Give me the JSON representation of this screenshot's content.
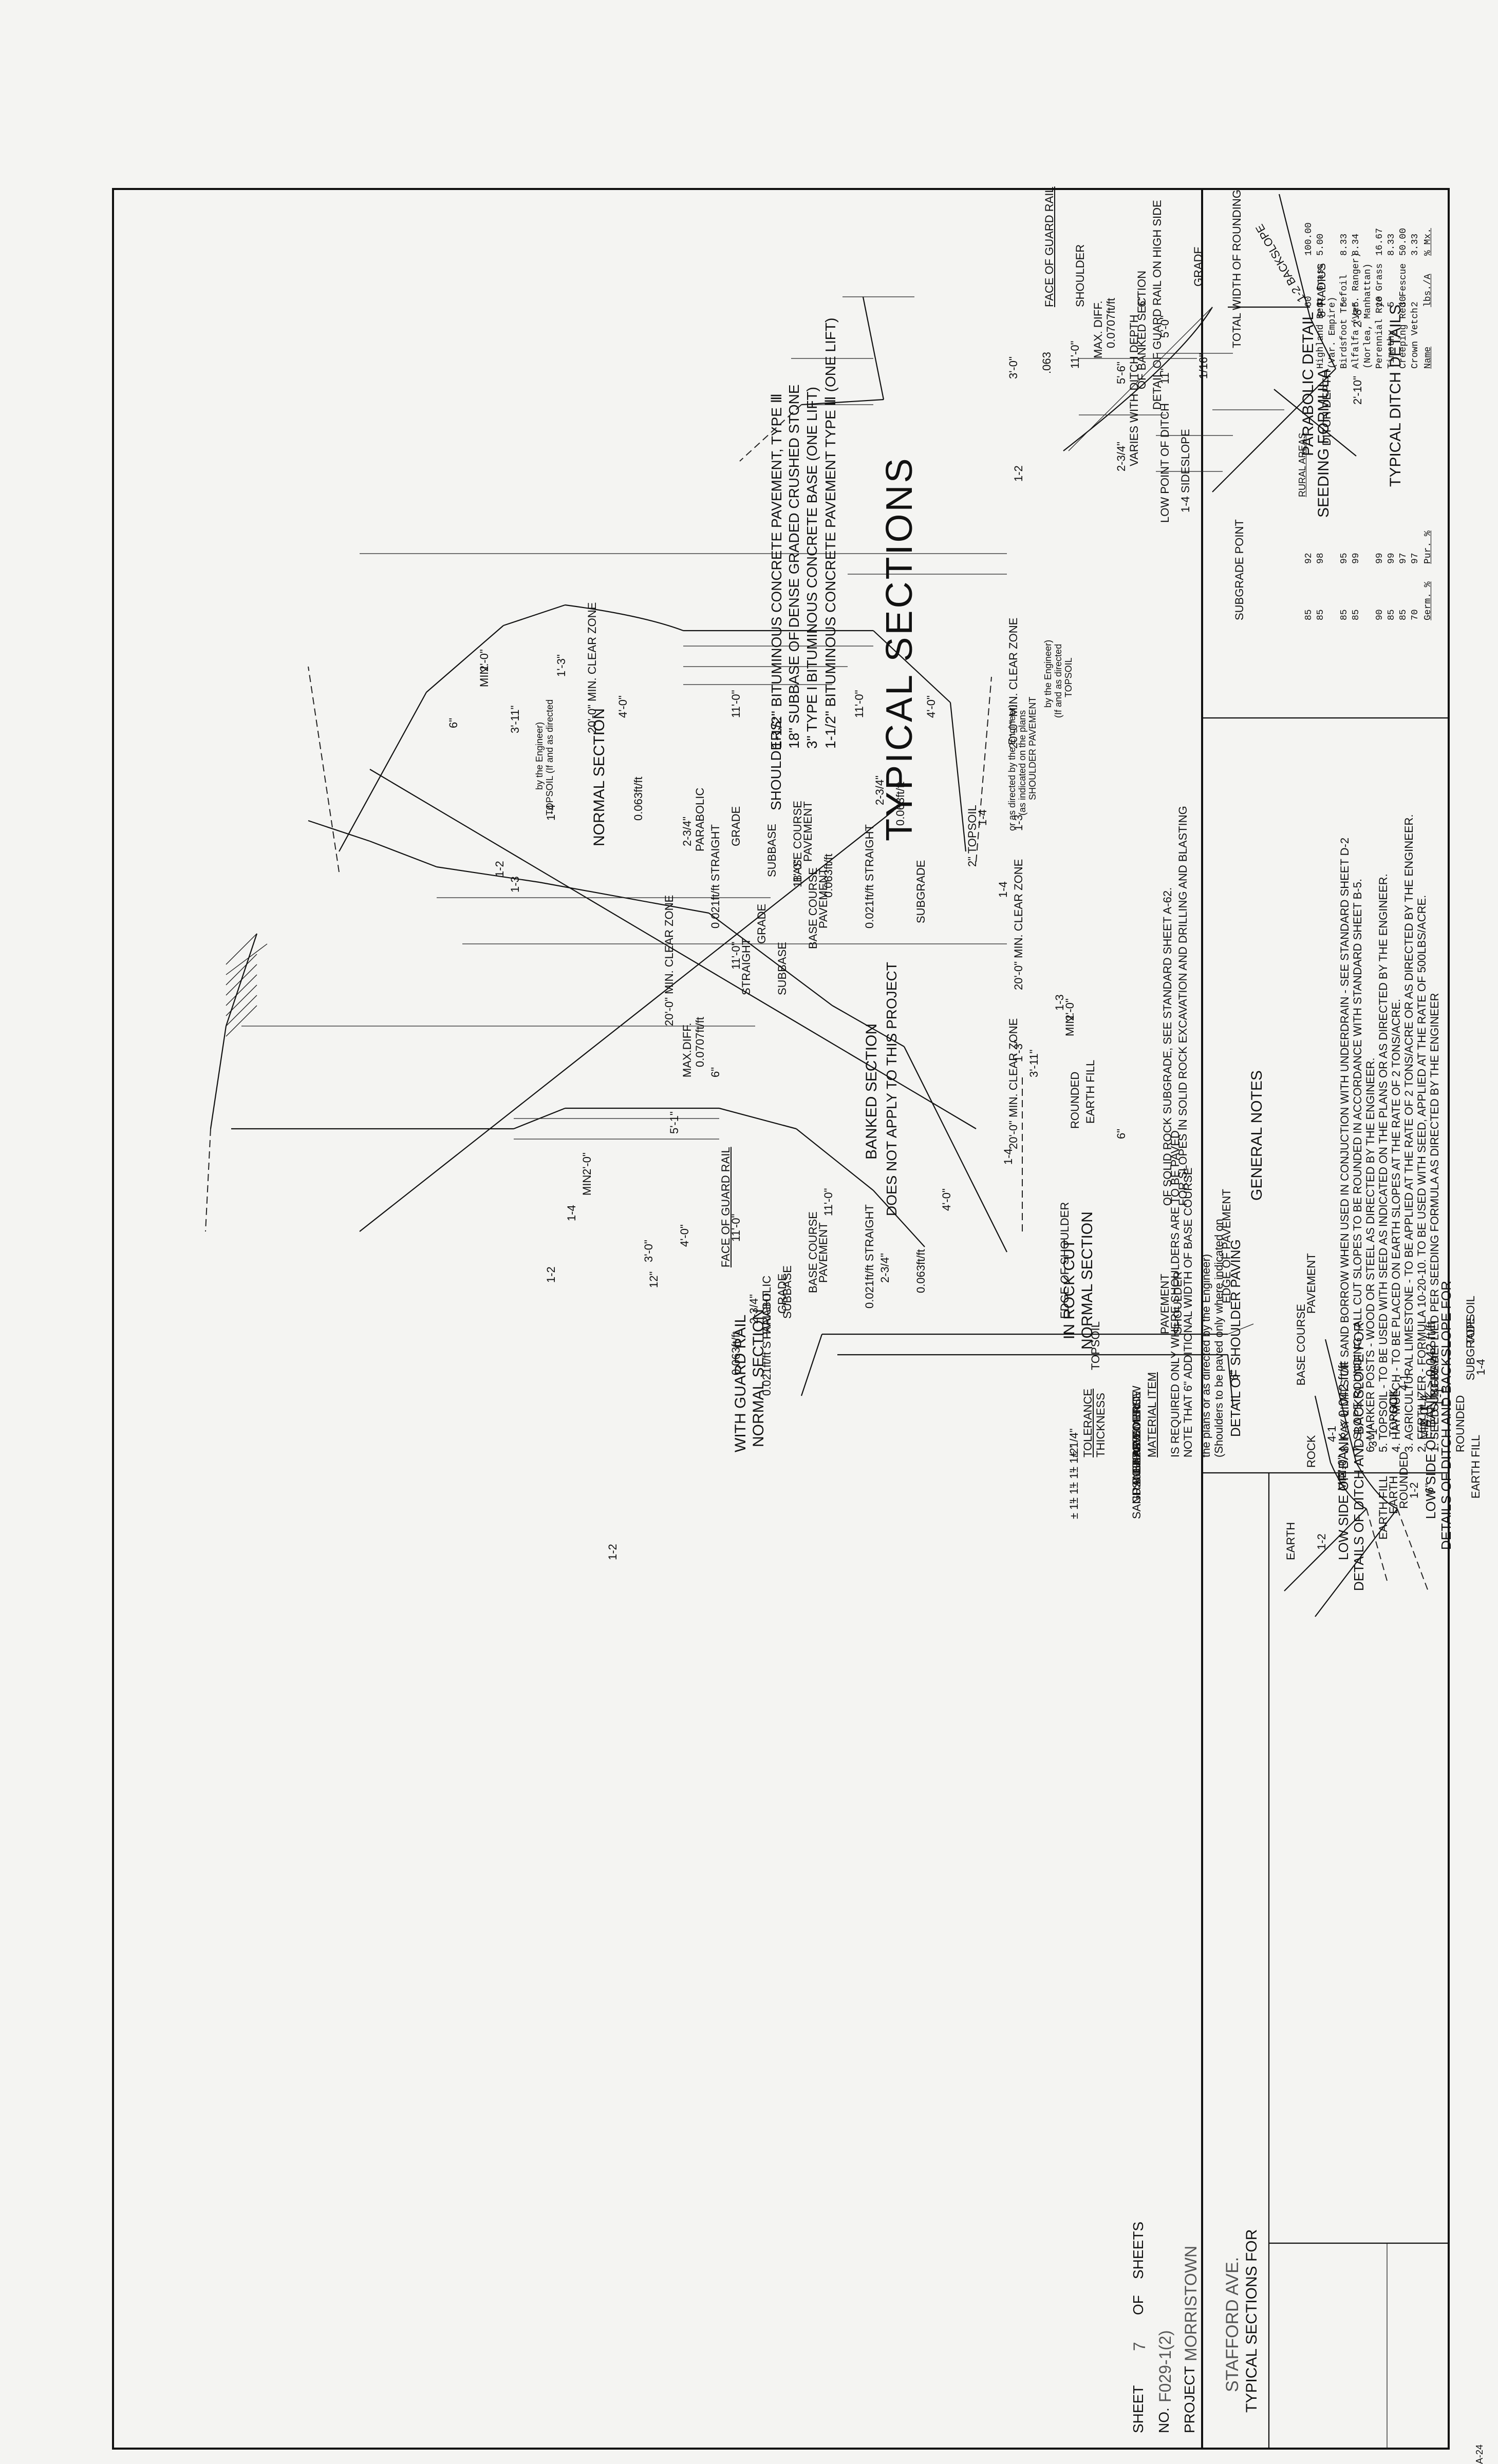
{
  "title": "TYPICAL SECTIONS",
  "pavement_specs": {
    "line1": "1-1/2\" BITUMINOUS CONCRETE PAVEMENT TYPE Ⅲ (ONE LIFT)",
    "line2": "3\" TYPE I BITUMINOUS CONCRETE BASE (ONE LIFT)",
    "line3": "18\" SUBBASE OF DENSE GRADED CRUSHED STONE",
    "line4_label": "SHOULDERS:",
    "line4": "1-1/2\" BITUMINOUS CONCRETE PAVEMENT, TYPE Ⅲ"
  },
  "ditch_details": {
    "title": "TYPICAL DITCH DETAILS",
    "backslope": "1-2 BACKSLOPE",
    "total_width": "TOTAL WIDTH OF ROUNDING",
    "varies": "VARIES WITH DITCH DEPTH",
    "radius": "8' RADIUS",
    "dim_5_0": "5'-0\"",
    "dim_11": "11\"",
    "dim_2_8": "2'-8\"",
    "dim_2_10": "2'-10\"",
    "ditch_depth": "DITCH DEPTH",
    "low_point": "LOW POINT OF DITCH",
    "sideslope": "1-4 SIDESLOPE",
    "subgrade_point": "SUBGRADE POINT"
  },
  "parabolic_detail": {
    "title": "PARABOLIC DETAIL",
    "grade": "GRADE",
    "dim_11_0": "11'-0\"",
    "dim_5_6": "5'-6\"",
    "dim_1_16": "1/16\"",
    "dim_2_3_4": "2-3/4\""
  },
  "guard_rail_detail": {
    "title1": "DETAIL OF GUARD RAIL ON HIGH SIDE",
    "title2": "OF BANKED SECTION",
    "face": "FACE OF GUARD RAIL",
    "shoulder": "SHOULDER",
    "dim_3_0": "3'-0\"",
    "dim_6": "6\"",
    "slope": "0.0707ft/ft",
    "maxdiff": "MAX. DIFF.",
    "val_063": ".063",
    "slope_1_2": "1-2"
  },
  "normal_section": {
    "title": "NORMAL SECTION",
    "clear_zone": "20'-0\" MIN. CLEAR ZONE",
    "dim_4_0": "4'-0\"",
    "dim_11_0": "11'-0\"",
    "shoulder_note1": "SHOULDER PAVEMENT",
    "shoulder_note2": "(as indicated on the plans",
    "shoulder_note3": "or as directed by the Engineer)",
    "topsoil_2": "2\" TOPSOIL",
    "subgrade": "SUBGRADE",
    "pavement": "PAVEMENT",
    "base_course": "BASE COURSE",
    "subbase": "SUBBASE",
    "grade": "GRADE",
    "parabolic": "PARABOLIC",
    "p234": "2-3/4\"",
    "straight": "0.021ft/ft STRAIGHT",
    "s063": "0.063ft/ft",
    "s234": "2-3/4\"",
    "dim_1_3": "1'-3\"",
    "dim_3_11": "3'-11\"",
    "dim_2_0": "2'-0\"",
    "min": "MIN.",
    "slope_1_4": "1-4",
    "slope_1_3": "1-3",
    "slope_1_2": "1-2",
    "dim_6": "6\"",
    "topsoil_l1": "TOPSOIL",
    "topsoil_l2": "(If and as directed",
    "topsoil_l3": "by the Engineer)",
    "topsoil_r1": "TOPSOIL (If and as directed",
    "topsoil_r2": "by the Engineer)"
  },
  "banked_section": {
    "title": "BANKED SECTION",
    "note": "DOES NOT APPLY TO THIS PROJECT",
    "clear_zone": "20'-0\" MIN. CLEAR ZONE",
    "dim_11_0": "11'-0\"",
    "pavement": "PAVEMENT",
    "base_course": "BASE COURSE",
    "subbase": "SUBBASE",
    "grade": "GRADE",
    "straight": "STRAIGHT",
    "s063": "0.063ft/ft",
    "s0707": "0.0707ft/ft",
    "maxdiff": "MAX.DIFF.",
    "dim_6": "6\"",
    "dim_5_1": "5'-1\"",
    "dim_12": "12\"",
    "dim_2_0": "2'-0\"",
    "min": "MIN.",
    "slope_1_4": "1-4",
    "slope_1_3": "1-3",
    "slope_1_2": "1-2"
  },
  "rock_cut": {
    "title1": "NORMAL SECTION",
    "title2": "IN ROCK CUT",
    "clear_zone": "20'-0\" MIN. CLEAR ZONE",
    "dim_4_0": "4'-0\"",
    "dim_11_0": "11'-0\"",
    "earth_fill": "EARTH FILL",
    "rounded": "ROUNDED",
    "s063": "0.063ft/ft",
    "s234": "2-3/4\"",
    "straight": "0.021ft/ft STRAIGHT",
    "pavement": "PAVEMENT",
    "base_course": "BASE COURSE",
    "subbase": "SUBBASE",
    "dim_3_11": "3'-11\"",
    "dim_1_3": "1'-3\"",
    "dim_2_0": "2'-0\"",
    "min": "MIN.",
    "slope_1_4": "1-4",
    "dim_6": "6\"",
    "note1": "FOR SLOPES IN SOLID ROCK EXCAVATION AND DRILLING AND BLASTING",
    "note2": "OF SOLID ROCK SUBGRADE, SEE STANDARD SHEET A-62."
  },
  "guard_rail_section": {
    "title1": "NORMAL SECTION",
    "title2": "WITH GUARD RAIL",
    "dim_11_0": "11'-0\"",
    "face": "FACE OF GUARD RAIL",
    "dim_4_0": "4'-0\"",
    "dim_3_0": "3'-0\"",
    "grade": "GRADE",
    "parabolic": "PARABOLIC",
    "p234": "2-3/4\"",
    "s063": "0.063ft/ft",
    "straight": "0.021ft/ft STRAIGHT",
    "slope_1_2": "1-2"
  },
  "shoulder_paving": {
    "pavement": "PAVEMENT",
    "base_course": "BASE COURSE",
    "edge_pavement": "EDGE OF PAVEMENT",
    "shoulder_pavement1": "SHOULDER",
    "shoulder_pavement2": "PAVEMENT",
    "dim_6": "6\"",
    "edge_shoulder": "EDGE OF SHOULDER",
    "topsoil": "TOPSOIL",
    "title": "DETAIL OF SHOULDER PAVING",
    "sub1": "(Shoulders to be paved only where indicated on",
    "sub2": "the plans or as directed by the Engineer)",
    "note1": "NOTE THAT 6\" ADDITIONAL WIDTH OF BASE COURSE",
    "note2": "IS REQUIRED ONLY WHERE SHOULDERS ARE TO BE PAVED.",
    "table_head1": "MATERIAL ITEM",
    "table_head2": "THICKNESS",
    "table_head3": "TOLERANCE",
    "rows": [
      {
        "item": "PAVEMENT",
        "tol": "± 1/4\""
      },
      {
        "item": "BASE COURSE",
        "tol": "± 1/2\""
      },
      {
        "item": "SUBBASE",
        "tol": "± 1\""
      },
      {
        "item": "GRANULAR BORROW",
        "tol": "± 1\""
      },
      {
        "item": "SAND BORROW",
        "tol": "± 1\""
      }
    ]
  },
  "ditch_low": {
    "title1": "DETAILS OF DITCH AND BACKSLOPE FOR",
    "title2": "LOW SIDE OF BANK < 0.042 ft/ft",
    "topsoil": "TOPSOIL",
    "subgrade": "SUBGRADE",
    "rounded": "ROUNDED",
    "dim_3_1": "3'-1\"",
    "dim_6": "6\"",
    "dim_2_0": "2'-0\"",
    "min": "MIN.",
    "rock": "ROCK",
    "earth": "EARTH",
    "earth_fill": "EARTH FILL",
    "s14": "1-4",
    "s41": "4-1",
    "s12": "1-2"
  },
  "ditch_high": {
    "title1": "DETAILS OF DITCH AND BACKSLOPE FOR",
    "title2": "LOW SIDE OF BANK ≥ 0.042 ft/ft",
    "topsoil": "TOPSOIL",
    "subgrade": "SUBGRADE",
    "rounded": "ROUNDED",
    "dim_1_1": "1'-1\"",
    "dim_2_0": "2'-0\"",
    "min": "MIN.",
    "rock": "ROCK",
    "earth": "EARTH",
    "earth_fill": "EARTH FILL",
    "s14": "1-4",
    "s41": "4-1",
    "s12": "1-2"
  },
  "seeding": {
    "title": "SEEDING FORMULA",
    "subtitle": "RURAL AREAS",
    "head_pct": "% Mx.",
    "head_lbs": "lbs./A",
    "head_name": "Name",
    "head_pur": "Pur. %",
    "head_germ": "Germ. %",
    "rows": [
      {
        "pct": "3.33",
        "lbs": "2",
        "name": "Crown Vetch",
        "pur": "97",
        "germ": "70"
      },
      {
        "pct": "50.00",
        "lbs": "30",
        "name": "Creeping Red Fescue",
        "pur": "97",
        "germ": "85"
      },
      {
        "pct": "8.33",
        "lbs": "5",
        "name": "Timothy",
        "pur": "99",
        "germ": "85"
      },
      {
        "pct": "16.67",
        "lbs": "10",
        "name": "Perennial Rye Grass",
        "pur": "99",
        "germ": "90"
      },
      {
        "pct": "",
        "lbs": "",
        "name": "(Norlea, Manhattan)",
        "pur": "",
        "germ": ""
      },
      {
        "pct": "8.34",
        "lbs": "5",
        "name": "Alfalfa (Var. Ranger)",
        "pur": "99",
        "germ": "85"
      },
      {
        "pct": "8.33",
        "lbs": "5",
        "name": "Birdsfoot Trefoil",
        "pur": "95",
        "germ": "85"
      },
      {
        "pct": "",
        "lbs": "",
        "name": "(Var. Empire)",
        "pur": "",
        "germ": ""
      },
      {
        "pct": "5.00",
        "lbs": "3",
        "name": "Highland Bent Grass",
        "pur": "98",
        "germ": "85"
      },
      {
        "pct": "100.00",
        "lbs": "60",
        "name": "",
        "pur": "92",
        "germ": "85"
      }
    ]
  },
  "general_notes": {
    "title": "GENERAL NOTES",
    "lines": [
      "1. SEED - TO BE APPLIED PER SEEDING FORMULA AS DIRECTED BY THE ENGINEER",
      "2. FERTILIZER - FORMULA 10-20-10. TO BE USED WITH SEED, APPLIED AT THE RATE OF 500LBS/ACRE.",
      "3. AGRICULTURAL LIMESTONE - TO BE APPLIED AT THE RATE OF 2 TONS/ACRE OR AS DIRECTED BY THE ENGINEER.",
      "4. HAY MULCH - TO BE PLACED ON EARTH SLOPES AT THE RATE OF 2 TONS/ACRE.",
      "5. TOPSOIL - TO BE USED WITH SEED AS INDICATED ON THE PLANS OR AS DIRECTED BY THE ENGINEER.",
      "6. MARKER POSTS - WOOD OR STEEL AS DIRECTED BY THE ENGINEER.",
      "7. SLOPE ROUNDING - ALL CUT SLOPES TO BE ROUNDED IN ACCORDANCE WITH STANDARD SHEET B-5.",
      "8. PAY LIMITS OF SAND BORROW WHEN USED IN CONJUCTION WITH UNDERDRAIN - SEE STANDARD SHEET D-2"
    ]
  },
  "title_block": {
    "line1": "TYPICAL SECTIONS FOR",
    "line2": "STAFFORD AVE.",
    "project_label": "PROJECT",
    "project": "MORRISTOWN",
    "no_label": "NO.",
    "no": "F029-1(2)",
    "sheet_label": "SHEET",
    "sheet": "7",
    "of_label": "OF",
    "sheets_label": "SHEETS",
    "sheet_id": "A-24"
  }
}
